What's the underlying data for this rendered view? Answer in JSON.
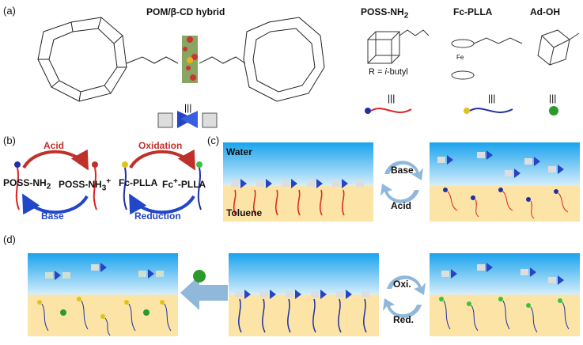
{
  "panels": {
    "a": "(a)",
    "b": "(b)",
    "c": "(c)",
    "d": "(d)"
  },
  "panel_a": {
    "hybrid_title": "POM/β-CD hybrid",
    "poss_title": "POSS-NH",
    "poss_sub": "2",
    "fc_title": "Fc-PLLA",
    "ad_title": "Ad-OH",
    "r_label_prefix": "R = ",
    "r_label_italic": "i",
    "r_label_suffix": "-butyl",
    "equiv_symbol": "|||",
    "fe_label": "Fe"
  },
  "panel_b": {
    "acid": "Acid",
    "base": "Base",
    "poss_nh2": "POSS-NH",
    "poss_nh2_sub": "2",
    "poss_nh3": "POSS-NH",
    "poss_nh3_sub": "3",
    "poss_nh3_sup": "+",
    "oxidation": "Oxidation",
    "reduction": "Reduction",
    "fc_plla": "Fc-PLLA",
    "fcp_plla_pre": "Fc",
    "fcp_plla_sup": "+",
    "fcp_plla_post": "-PLLA"
  },
  "panel_c": {
    "water": "Water",
    "toluene": "Toluene",
    "base": "Base",
    "acid": "Acid"
  },
  "panel_d": {
    "oxi": "Oxi.",
    "red": "Red."
  },
  "colors": {
    "water_top": "#1aa3ee",
    "water_bottom": "#e8f6fd",
    "toluene": "#fbe4a6",
    "blue_cluster": "#2644c4",
    "red_chain": "#d22",
    "blue_chain": "#1f2fa6",
    "arrow": "#8fb8da",
    "acid_red": "#c0302a",
    "base_blue": "#2146c8"
  }
}
